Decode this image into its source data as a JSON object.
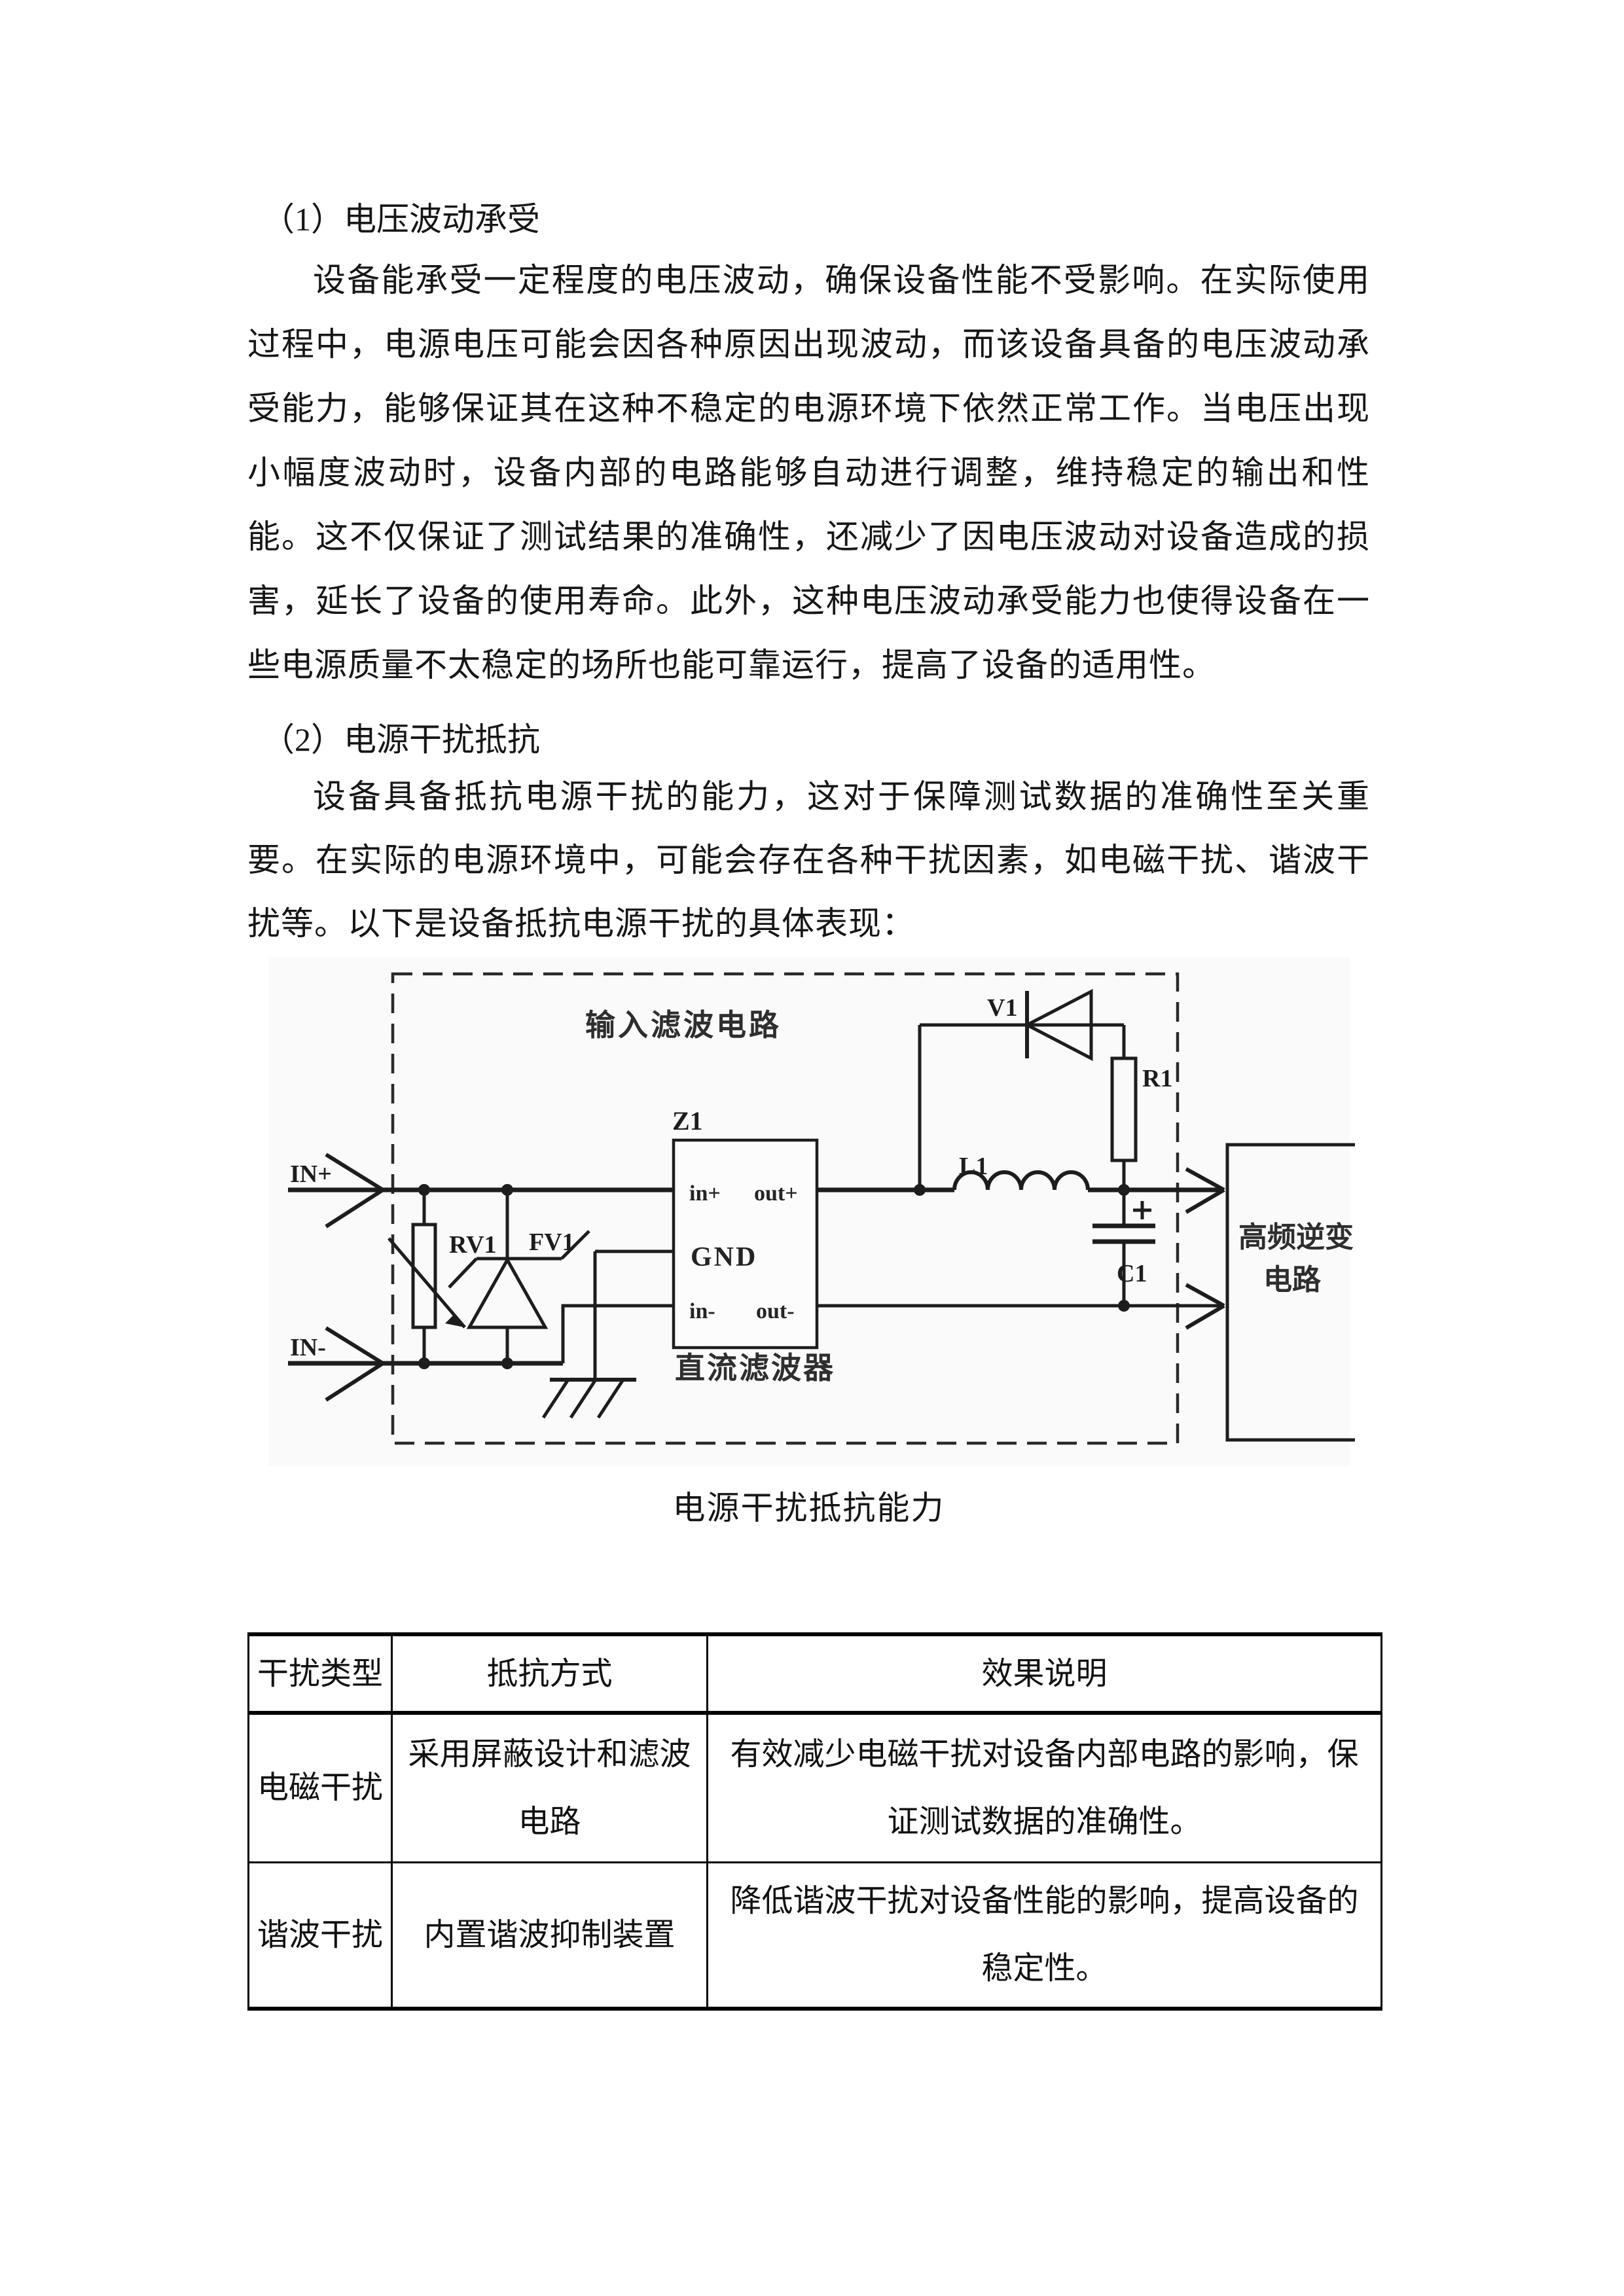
{
  "document": {
    "sections": [
      {
        "heading": "（1）电压波动承受",
        "body": "设备能承受一定程度的电压波动，确保设备性能不受影响。在实际使用过程中，电源电压可能会因各种原因出现波动，而该设备具备的电压波动承受能力，能够保证其在这种不稳定的电源环境下依然正常工作。当电压出现小幅度波动时，设备内部的电路能够自动进行调整，维持稳定的输出和性能。这不仅保证了测试结果的准确性，还减少了因电压波动对设备造成的损害，延长了设备的使用寿命。此外，这种电压波动承受能力也使得设备在一些电源质量不太稳定的场所也能可靠运行，提高了设备的适用性。"
      },
      {
        "heading": "（2）电源干扰抵抗",
        "body": "设备具备抵抗电源干扰的能力，这对于保障测试数据的准确性至关重要。在实际的电源环境中，可能会存在各种干扰因素，如电磁干扰、谐波干扰等。以下是设备抵抗电源干扰的具体表现："
      }
    ],
    "figure": {
      "caption": "电源干扰抵抗能力",
      "title": "输入滤波电路",
      "dc_filter": "直流滤波器",
      "inverter_line1": "高频逆变",
      "inverter_line2": "电路",
      "in_plus": "IN+",
      "in_minus": "IN-",
      "rv1": "RV1",
      "fv1": "FV1",
      "z1": "Z1",
      "v1": "V1",
      "r1": "R1",
      "l1": "L1",
      "c1": "C1",
      "gnd": "GND",
      "pin_in_plus": "in+",
      "pin_out_plus": "out+",
      "pin_in_minus": "in-",
      "pin_out_minus": "out-",
      "plus_sign": "+"
    },
    "table": {
      "headers": [
        "干扰类型",
        "抵抗方式",
        "效果说明"
      ],
      "rows": [
        {
          "type": "电磁干扰",
          "method": "采用屏蔽设计和滤波电路",
          "effect": "有效减少电磁干扰对设备内部电路的影响，保证测试数据的准确性。"
        },
        {
          "type": "谐波干扰",
          "method": "内置谐波抑制装置",
          "effect": "降低谐波干扰对设备性能的影响，提高设备的稳定性。"
        }
      ]
    }
  }
}
